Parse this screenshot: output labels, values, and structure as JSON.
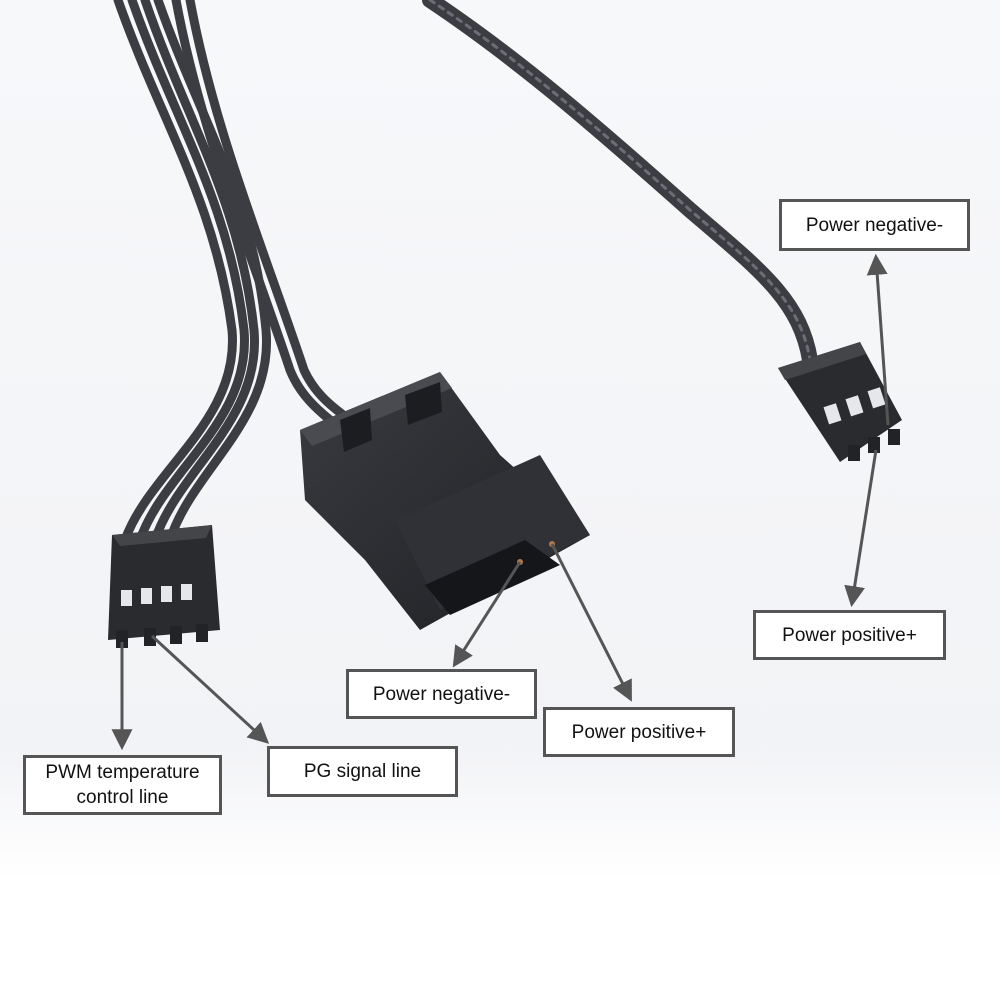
{
  "labels": {
    "fan3_power_negative": "Power negative-",
    "fan3_power_positive": "Power positive+",
    "molex_power_negative": "Power negative-",
    "molex_power_positive": "Power positive+",
    "pwm_line_1": "PWM temperature",
    "pwm_line_2": "control line",
    "pg_signal": "PG signal line"
  },
  "colors": {
    "background": "#ffffff",
    "cable": "#3b3d42",
    "connector": "#2a2b2f",
    "arrow": "#555555",
    "label_border": "#555555",
    "label_text": "#111111"
  },
  "scene": {
    "subject": "fan-cable-adapter-photo",
    "connectors": [
      "4-pin-pwm-connector",
      "molex-4-pin-connector",
      "3-pin-fan-connector"
    ]
  }
}
